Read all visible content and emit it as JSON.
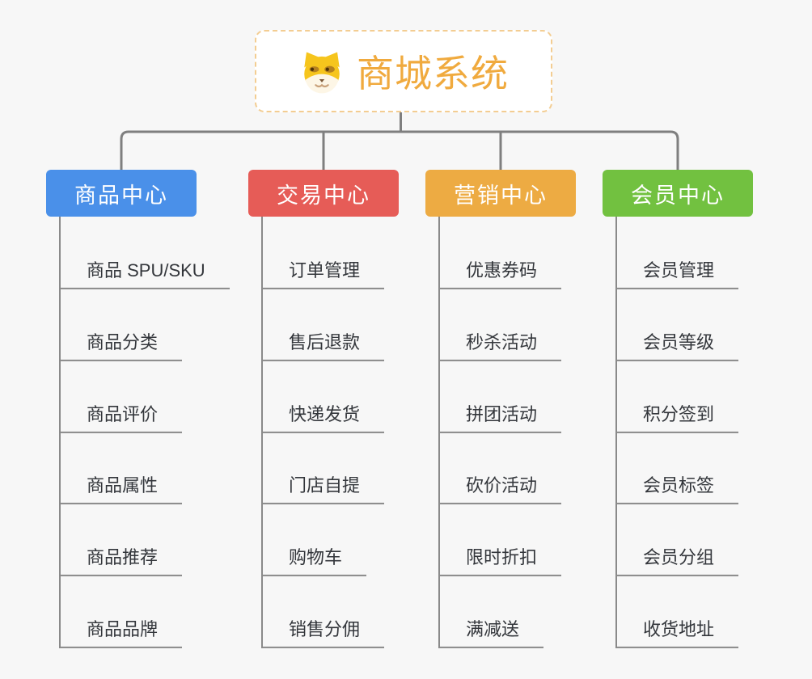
{
  "root": {
    "label": "商城系统",
    "icon": "doge-face-icon",
    "text_color": "#f0aa3e",
    "border_color": "#f3cd92"
  },
  "connector_color": "#7f7f7f",
  "branch_line_color": "#8a8a8a",
  "branches": [
    {
      "label": "商品中心",
      "color": "#4a90e9",
      "items": [
        "商品 SPU/SKU",
        "商品分类",
        "商品评价",
        "商品属性",
        "商品推荐",
        "商品品牌"
      ]
    },
    {
      "label": "交易中心",
      "color": "#e65c57",
      "items": [
        "订单管理",
        "售后退款",
        "快递发货",
        "门店自提",
        "购物车",
        "销售分佣"
      ]
    },
    {
      "label": "营销中心",
      "color": "#edab43",
      "items": [
        "优惠券码",
        "秒杀活动",
        "拼团活动",
        "砍价活动",
        "限时折扣",
        "满减送"
      ]
    },
    {
      "label": "会员中心",
      "color": "#72c140",
      "items": [
        "会员管理",
        "会员等级",
        "积分签到",
        "会员标签",
        "会员分组",
        "收货地址"
      ]
    }
  ]
}
